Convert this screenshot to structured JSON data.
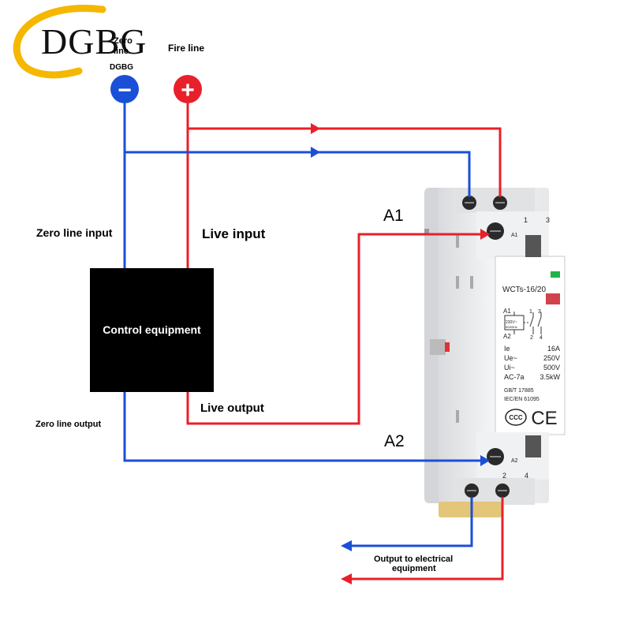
{
  "logo": {
    "text": "DGBG",
    "small_text": "DGBG",
    "ring_color": "#f5b700"
  },
  "terminals": {
    "zero_symbol": "−",
    "fire_symbol": "+",
    "zero_color": "#1a4fd8",
    "fire_color": "#e8202a"
  },
  "labels": {
    "zero_line_top": "Zero line",
    "fire_line": "Fire line",
    "zero_line_input": "Zero line input",
    "live_input": "Live input",
    "live_output": "Live output",
    "zero_line_output": "Zero line output",
    "output_line1": "Output to electrical",
    "output_line2": "equipment",
    "a1": "A1",
    "a2": "A2"
  },
  "control": {
    "title": "Control equipment"
  },
  "contactor": {
    "model": "WCTs-16/20",
    "top_terminals": [
      "1",
      "3"
    ],
    "bottom_terminals": [
      "2",
      "4"
    ],
    "coil_a1": "A1",
    "coil_a2": "A2",
    "symbol_a1": "A1",
    "symbol_a2": "A2",
    "symbol_voltage": "230V~",
    "symbol_freq": "50/60Hz",
    "symbol_top_nums": [
      "1",
      "3"
    ],
    "symbol_bottom_nums": [
      "2",
      "4"
    ],
    "specs": [
      {
        "key": "Ie",
        "value": "16A"
      },
      {
        "key": "Ue~",
        "value": "250V"
      },
      {
        "key": "Ui~",
        "value": "500V"
      },
      {
        "key": "AC-7a",
        "value": "3.5kW"
      }
    ],
    "standard1": "GB/T 17885",
    "standard2": "IEC/EN 61095",
    "ccc": "CCC",
    "ce": "CE",
    "indicator_green": "#1fb34a",
    "indicator_red": "#d1424b"
  }
}
